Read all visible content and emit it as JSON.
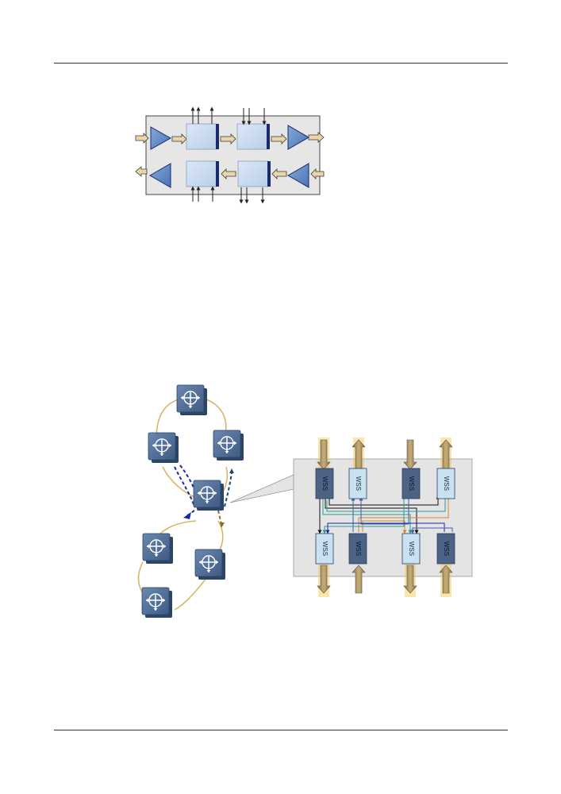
{
  "page": {
    "header_rule": true,
    "footer_rule": true
  },
  "figure1": {
    "description_kind": "optical-add-drop-module",
    "colors": {
      "panel": "#e6e6e6",
      "block": "#c8dcf0",
      "block_edge": "#1a2a6c",
      "amp": "#5b86c6",
      "arrow": "#e8d6a8",
      "arrow_edge": "#3a3a3a"
    }
  },
  "figure2": {
    "ring_node_icon": "optical-switch-node-icon",
    "wss_blocks": {
      "top": [
        {
          "label": "WSS",
          "style": "dark"
        },
        {
          "label": "WSS",
          "style": "light"
        },
        {
          "label": "WSS",
          "style": "dark"
        },
        {
          "label": "WSS",
          "style": "light"
        }
      ],
      "bottom": [
        {
          "label": "WSS",
          "style": "light"
        },
        {
          "label": "WSS",
          "style": "dark"
        },
        {
          "label": "WSS",
          "style": "light"
        },
        {
          "label": "WSS",
          "style": "dark"
        }
      ]
    },
    "port_arrows": {
      "top": [
        "in",
        "out",
        "in",
        "out"
      ],
      "bottom": [
        "out",
        "in",
        "out",
        "in"
      ]
    },
    "colors": {
      "node": "#4a6890",
      "node_dark": "#2c4466",
      "ring": "#d8b66a",
      "panel": "#e4e4e4",
      "wss_dark": "#4d6386",
      "wss_light": "#c9e2f2",
      "port_arrow": "#a58c5a",
      "port_glow": "#f4c84a",
      "link_black": "#111111",
      "link_teal": "#2a9a9a",
      "link_blue": "#3b5fb0",
      "link_orange": "#d8862a",
      "link_navy": "#1a2aa0"
    }
  }
}
